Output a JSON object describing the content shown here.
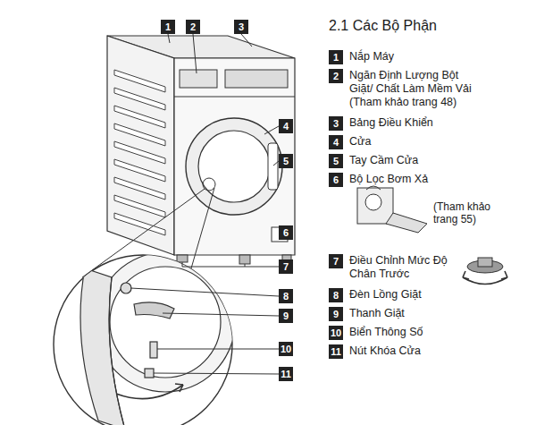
{
  "diagram": {
    "title": "2.1 Các Bộ Phận",
    "nodes": [
      {
        "text": [
          "1"
        ]
      },
      {
        "text": [
          "2"
        ]
      },
      {
        "text": [
          "3"
        ]
      },
      {
        "text": [
          "4"
        ]
      },
      {
        "text": [
          "5"
        ]
      },
      {
        "text": [
          "6"
        ]
      },
      {
        "text": [
          "7"
        ]
      },
      {
        "text": [
          "8"
        ]
      },
      {
        "text": [
          "9"
        ]
      },
      {
        "text": [
          "10"
        ]
      },
      {
        "text": [
          "11"
        ]
      },
      {
        "text": [
          "1",
          "Nắp Máy"
        ]
      },
      {
        "text": [
          "2",
          "Ngăn Định Lượng Bột Giặt/ Chất Làm Mềm Vải",
          "(Tham khảo trang 48)"
        ]
      },
      {
        "text": [
          "3",
          "Bảng Điều Khiển"
        ]
      },
      {
        "text": [
          "4",
          "Cửa"
        ]
      },
      {
        "text": [
          "5",
          "Tay Cầm Cửa"
        ]
      },
      {
        "text": [
          "6",
          "Bộ Lọc Bơm Xả"
        ]
      },
      {
        "text": [
          "7",
          "Điều Chỉnh Mức Độ Chân Trước"
        ]
      },
      {
        "text": [
          "8",
          "Đèn Lồng Giặt"
        ]
      },
      {
        "text": [
          "9",
          "Thanh Giặt"
        ]
      },
      {
        "text": [
          "10",
          "Biển Thông Số"
        ]
      },
      {
        "text": [
          "11",
          "Nút Khóa Cửa"
        ]
      }
    ],
    "labels": [
      "(Tham khảo trang 55)"
    ]
  }
}
